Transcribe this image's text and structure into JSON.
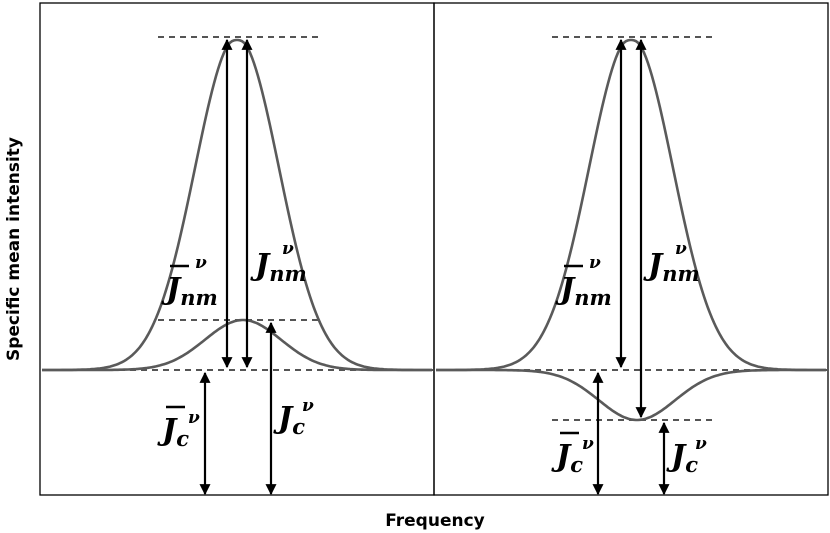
{
  "axes": {
    "xlabel": "Frequency",
    "ylabel": "Specific mean intensity"
  },
  "panels": [
    {
      "id": "left",
      "labels": {
        "jnm_bar": {
          "base": "J",
          "sub": "nm",
          "sup": "ν",
          "bar": true
        },
        "jnm": {
          "base": "J",
          "sub": "nm",
          "sup": "ν",
          "bar": false
        },
        "jc_bar": {
          "base": "J",
          "sub": "c",
          "sup": "ν",
          "bar": true
        },
        "jc": {
          "base": "J",
          "sub": "c",
          "sup": "ν",
          "bar": false
        }
      }
    },
    {
      "id": "right",
      "labels": {
        "jnm_bar": {
          "base": "J",
          "sub": "nm",
          "sup": "ν",
          "bar": true
        },
        "jnm": {
          "base": "J",
          "sub": "nm",
          "sup": "ν",
          "bar": false
        },
        "jc_bar": {
          "base": "J",
          "sub": "c",
          "sup": "ν",
          "bar": true
        },
        "jc": {
          "base": "J",
          "sub": "c",
          "sup": "ν",
          "bar": false
        }
      }
    }
  ],
  "colors": {
    "curve": "#5a5a5a",
    "dashed": "#555555",
    "arrow": "#000000"
  }
}
